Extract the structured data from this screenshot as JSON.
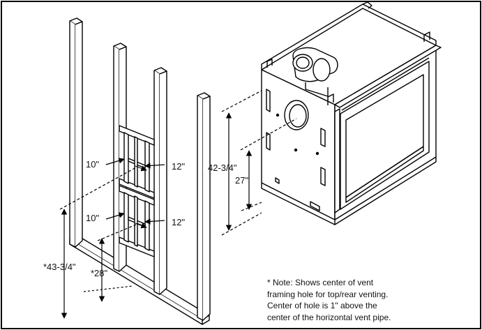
{
  "labels": {
    "upper_width": "10\"",
    "upper_height": "12\"",
    "lower_width": "10\"",
    "lower_height": "12\"",
    "unit_total_height": "42-3/4\"",
    "unit_vent_height": "27\"",
    "frame_total_height": "*43-3/4\"",
    "frame_vent_height": "*28\""
  },
  "note": {
    "lines": [
      "* Note: Shows center of vent",
      "framing hole for top/rear venting.",
      "Center of hole is 1\" above the",
      "center of the horizontal vent pipe."
    ]
  }
}
